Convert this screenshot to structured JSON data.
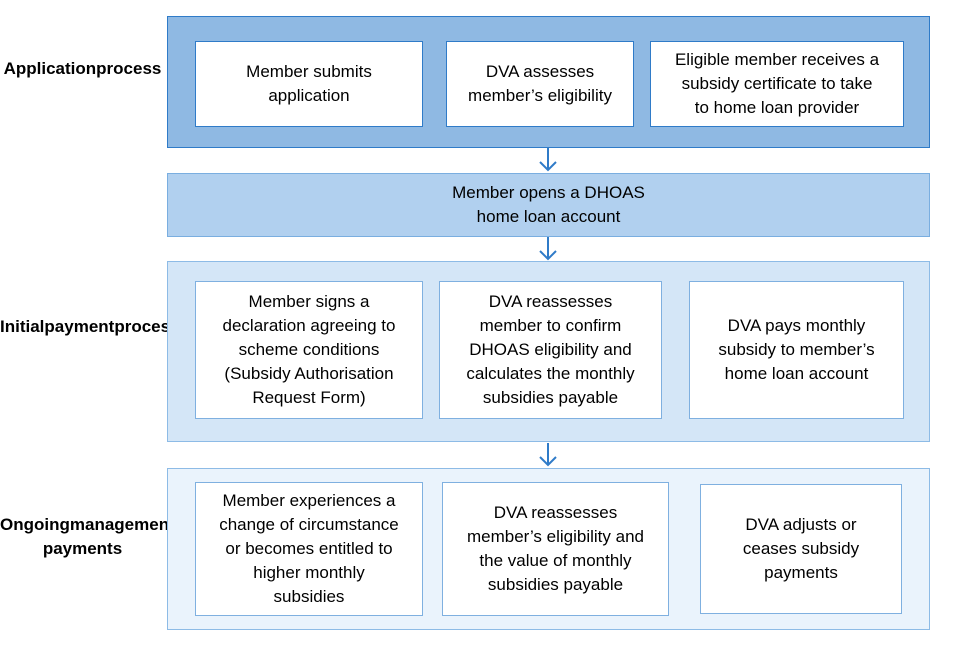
{
  "colors": {
    "application_band_fill": "#8fb9e3",
    "application_band_border": "#2f7bc8",
    "application_box_border": "#2f7bc8",
    "open_band_fill": "#b1d0ef",
    "open_band_border": "#7aaee0",
    "initial_band_fill": "#d4e6f7",
    "initial_band_border": "#8dbbe6",
    "ongoing_band_fill": "#eaf3fc",
    "ongoing_band_border": "#8dbbe6",
    "box_border_light": "#7fb0e0",
    "arrow": "#2f7bc8"
  },
  "stages": {
    "application": {
      "label": "Application\nprocess",
      "steps": [
        "Member submits\napplication",
        "DVA assesses\nmember’s eligibility",
        "Eligible member receives a\nsubsidy certificate to take\nto home loan provider"
      ]
    },
    "open_account": {
      "text": "Member opens a DHOAS\nhome loan account"
    },
    "initial_payment": {
      "label": "Initial\npayment\nprocess",
      "steps": [
        "Member signs a\ndeclaration agreeing to\nscheme conditions\n(Subsidy Authorisation\nRequest Form)",
        "DVA reassesses\nmember to confirm\nDHOAS eligibility and\ncalculates the monthly\nsubsidies payable",
        "DVA pays monthly\nsubsidy to member’s\nhome loan account"
      ]
    },
    "ongoing": {
      "label": "Ongoing\nmanagement\nof payments",
      "steps": [
        "Member experiences a\nchange of circumstance\nor becomes entitled to\nhigher monthly\nsubsidies",
        "DVA reassesses\nmember’s eligibility and\nthe value of monthly\nsubsidies payable",
        "DVA adjusts or\nceases subsidy\npayments"
      ]
    }
  }
}
